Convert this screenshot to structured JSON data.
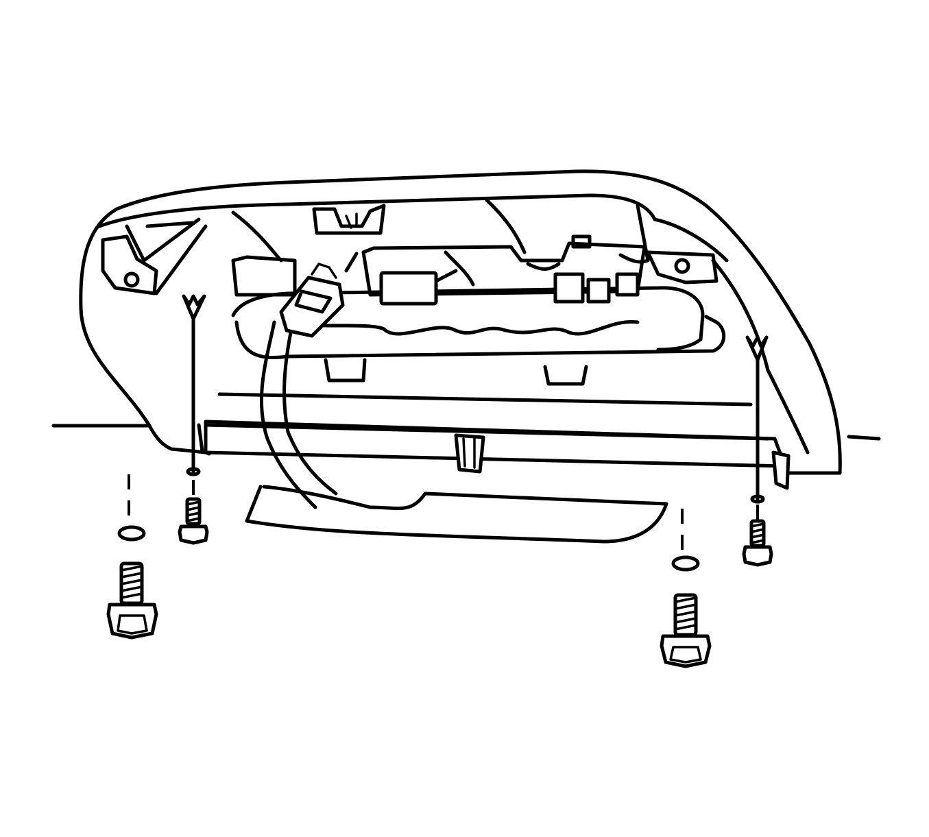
{
  "diagram": {
    "kind": "exploded-assembly-illustration",
    "line_color": "#000000",
    "background_color": "#ffffff",
    "parts": [
      {
        "name": "instrument-panel-housing"
      },
      {
        "name": "airbag-inflator-module"
      },
      {
        "name": "wiring-harness"
      },
      {
        "name": "module-electrical-connector"
      },
      {
        "name": "lower-trim-panel"
      },
      {
        "name": "small-mounting-bolt",
        "count": 2
      },
      {
        "name": "large-mounting-bolt",
        "count": 2
      },
      {
        "name": "washer",
        "count": 2
      },
      {
        "name": "installation-arrow",
        "count": 2
      }
    ],
    "icons": [
      "bolt-icon",
      "washer-icon",
      "arrow-icon"
    ]
  }
}
